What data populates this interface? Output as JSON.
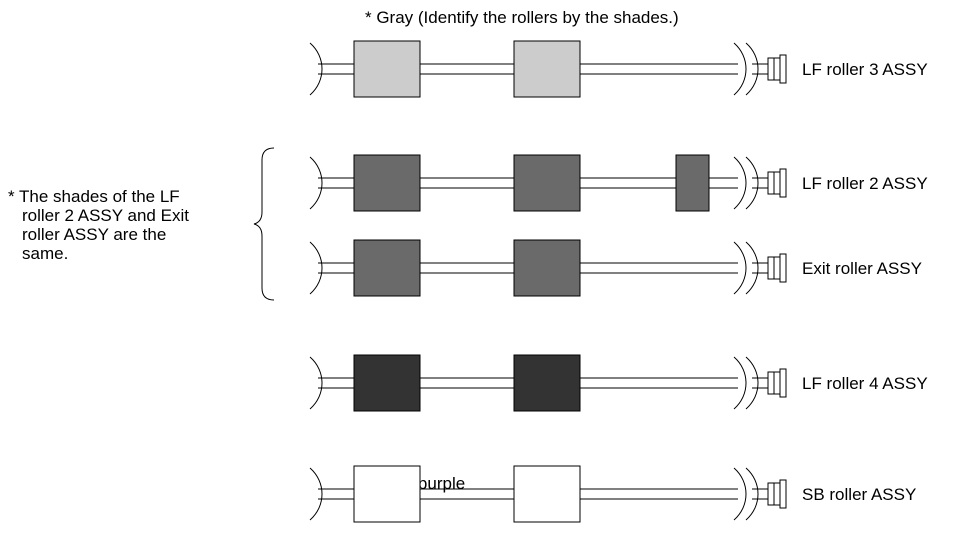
{
  "notes": {
    "gray": "* Gray (Identify the rollers by the shades.)",
    "same_shade_lines": [
      "* The shades of the LF",
      "roller 2 ASSY and Exit",
      "roller ASSY are the",
      "same."
    ],
    "light_purple": "* Light purple"
  },
  "rollers": [
    {
      "label": "LF roller 3 ASSY",
      "shade": "#cccccc",
      "third_roller": false
    },
    {
      "label": "LF roller 2 ASSY",
      "shade": "#6a6a6a",
      "third_roller": true
    },
    {
      "label": "Exit roller ASSY",
      "shade": "#6a6a6a",
      "third_roller": false
    },
    {
      "label": "LF roller 4 ASSY",
      "shade": "#333333",
      "third_roller": false
    },
    {
      "label": "SB roller ASSY",
      "shade": "#ffffff",
      "third_roller": false
    }
  ]
}
